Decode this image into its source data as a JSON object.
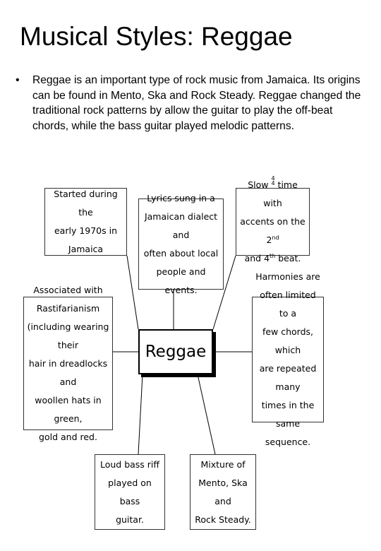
{
  "slide": {
    "title": "Musical Styles: Reggae",
    "bullet": "Reggae is an important type of rock music from Jamaica. Its origins can be found in Mento, Ska and Rock Steady. Reggae changed the traditional rock patterns by allow the guitar to play the off-beat chords, while the bass guitar played melodic patterns."
  },
  "diagram": {
    "center": "Reggae",
    "started": "Started during the\nearly 1970s in\nJamaica",
    "lyrics": "Lyrics sung in a\nJamaican dialect and\noften about local\npeople and events.",
    "time": {
      "slow": "Slow",
      "num": "4",
      "den": "4",
      "time_accents": "time with\naccents on the 2",
      "sup_nd": "nd",
      "and4": "and 4",
      "sup_th": "th",
      "beat": " beat."
    },
    "associated": "Associated with\nRastifarianism\n(including wearing their\nhair in dreadlocks and\nwoollen hats in green,\ngold and red.",
    "harmonies": "Harmonies are\noften limited to a\nfew chords, which\nare repeated many\ntimes in the same\nsequence.",
    "bass": "Loud bass riff\nplayed on bass\nguitar.",
    "mixture": "Mixture of\nMento, Ska and\nRock Steady."
  }
}
